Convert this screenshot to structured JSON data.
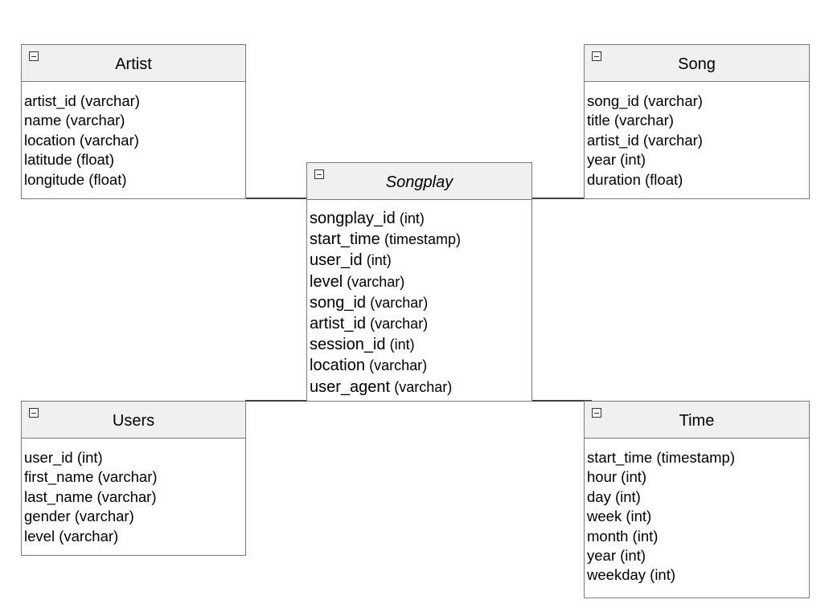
{
  "entities": {
    "artist": {
      "title": "Artist",
      "attributes": [
        "artist_id (varchar)",
        "name (varchar)",
        "location (varchar)",
        "latitude (float)",
        "longitude (float)"
      ]
    },
    "song": {
      "title": "Song",
      "attributes": [
        "song_id (varchar)",
        "title (varchar)",
        "artist_id (varchar)",
        "year (int)",
        "duration (float)"
      ]
    },
    "songplay": {
      "title": "Songplay",
      "attributes": [
        {
          "name": "songplay_id",
          "type": "(int)"
        },
        {
          "name": "start_time",
          "type": "(timestamp)"
        },
        {
          "name": "user_id",
          "type": "(int)"
        },
        {
          "name": "level",
          "type": "(varchar)"
        },
        {
          "name": "song_id",
          "type": "(varchar)"
        },
        {
          "name": "artist_id",
          "type": "(varchar)"
        },
        {
          "name": "session_id",
          "type": "(int)"
        },
        {
          "name": "location",
          "type": "(varchar)"
        },
        {
          "name": "user_agent",
          "type": "(varchar)"
        }
      ]
    },
    "users": {
      "title": "Users",
      "attributes": [
        "user_id (int)",
        "first_name (varchar)",
        "last_name (varchar)",
        "gender (varchar)",
        "level (varchar)"
      ]
    },
    "time": {
      "title": "Time",
      "attributes": [
        "start_time (timestamp)",
        "hour (int)",
        "day (int)",
        "week (int)",
        "month (int)",
        "year (int)",
        "weekday (int)"
      ]
    }
  },
  "icons": {
    "collapse": "minus-square-icon"
  },
  "colors": {
    "header_background": "#f0f0f0",
    "border": "#7a7a7a",
    "connector": "#000000"
  }
}
